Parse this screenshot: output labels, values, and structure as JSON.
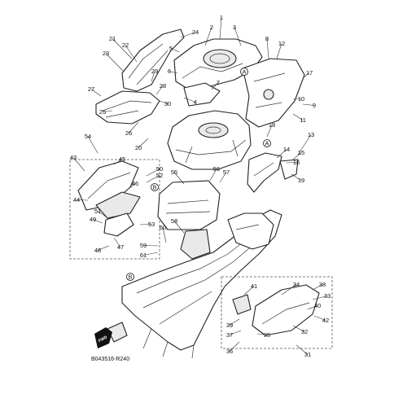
{
  "diagram_code": "B043516-R240",
  "forward_label": "FWD",
  "reference_markers": [
    "A",
    "B"
  ],
  "callouts": [
    "1",
    "2",
    "3",
    "4",
    "5",
    "6",
    "7",
    "8",
    "9",
    "10",
    "11",
    "12",
    "13",
    "14",
    "15",
    "16",
    "17",
    "18",
    "19",
    "20",
    "21",
    "22",
    "23",
    "24",
    "25",
    "26",
    "27",
    "28",
    "29",
    "30",
    "31",
    "32",
    "33",
    "34",
    "35",
    "36",
    "37",
    "38",
    "39",
    "40",
    "41",
    "42",
    "43",
    "44",
    "45",
    "46",
    "47",
    "48",
    "49",
    "50",
    "51",
    "52",
    "53",
    "54",
    "55",
    "56",
    "57",
    "58",
    "59",
    "60",
    "61"
  ]
}
